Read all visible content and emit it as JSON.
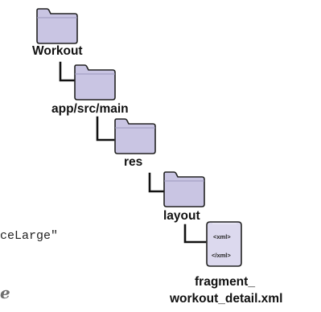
{
  "tree": {
    "nodes": [
      {
        "label": "Workout",
        "icon": "folder-icon"
      },
      {
        "label": "app/src/main",
        "icon": "folder-icon"
      },
      {
        "label": "res",
        "icon": "folder-icon"
      },
      {
        "label": "layout",
        "icon": "folder-icon"
      },
      {
        "label_line1": "fragment_",
        "label_line2": "workout_detail.xml",
        "icon": "xml-file-icon",
        "icon_text_top": "<xml>",
        "icon_text_bottom": "</xml>"
      }
    ]
  },
  "background_code": {
    "line": "ceLarge\"",
    "fragment_char": "e"
  },
  "colors": {
    "folder_fill": "#c9c5e3",
    "folder_stroke": "#222222",
    "file_fill": "#dcd9ee",
    "connector": "#111111"
  }
}
